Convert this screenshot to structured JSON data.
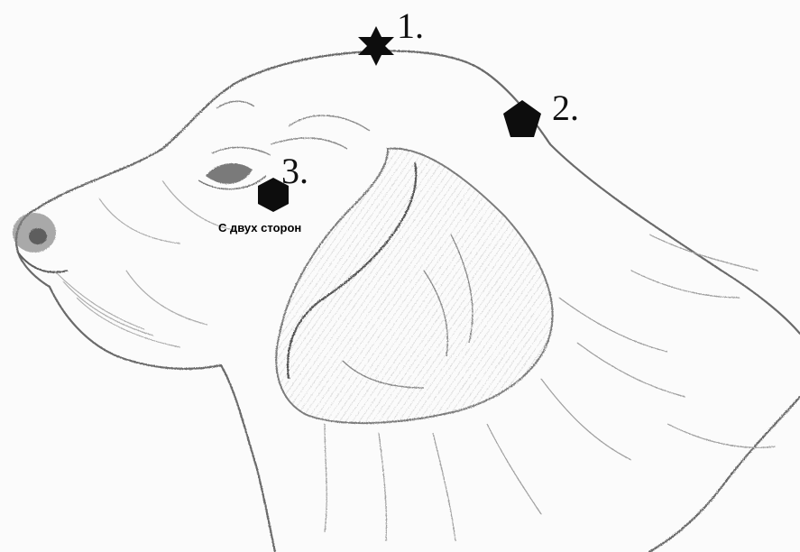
{
  "diagram": {
    "subject": "dog-head-profile-sketch",
    "points": [
      {
        "label": "1.",
        "marker": "star-marker",
        "color": "#111111"
      },
      {
        "label": "2.",
        "marker": "pentagon-marker",
        "color": "#111111"
      },
      {
        "label": "3.",
        "marker": "hexagon-marker",
        "color": "#111111",
        "note": "С двух сторон"
      }
    ]
  }
}
